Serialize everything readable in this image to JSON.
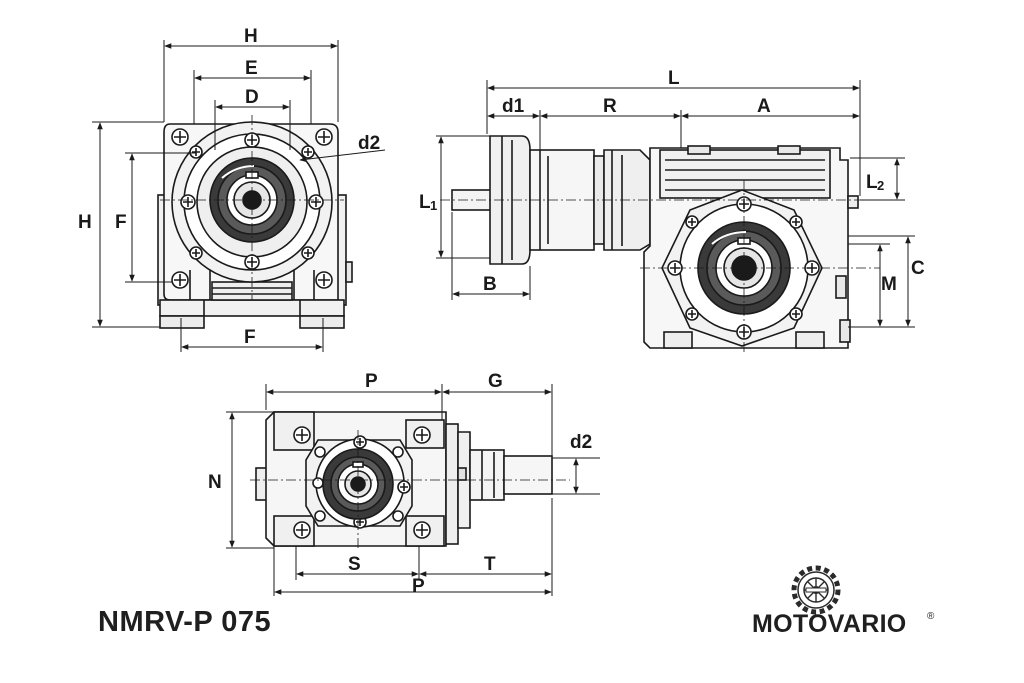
{
  "title": "NMRV-P 075",
  "brand": {
    "name": "MOTOVARIO",
    "registered": "®",
    "logo": "gear-logo-icon"
  },
  "dimensions": {
    "front": {
      "H_top": "H",
      "E": "E",
      "D": "D",
      "d2": "d2",
      "H_side": "H",
      "F_side": "F",
      "F_bottom": "F"
    },
    "side": {
      "L": "L",
      "d1": "d1",
      "R": "R",
      "A": "A",
      "L1": "L",
      "L1_sub": "1",
      "L2": "L",
      "L2_sub": "2",
      "B": "B",
      "C": "C",
      "M": "M"
    },
    "top": {
      "P_top": "P",
      "G": "G",
      "d2": "d2",
      "N": "N",
      "S": "S",
      "T": "T",
      "P_bottom": "P"
    }
  },
  "colors": {
    "line": "#1a1a1a",
    "dark": "#3a3a3a",
    "light": "#f4f4f4",
    "mid": "#d9d9d9"
  }
}
